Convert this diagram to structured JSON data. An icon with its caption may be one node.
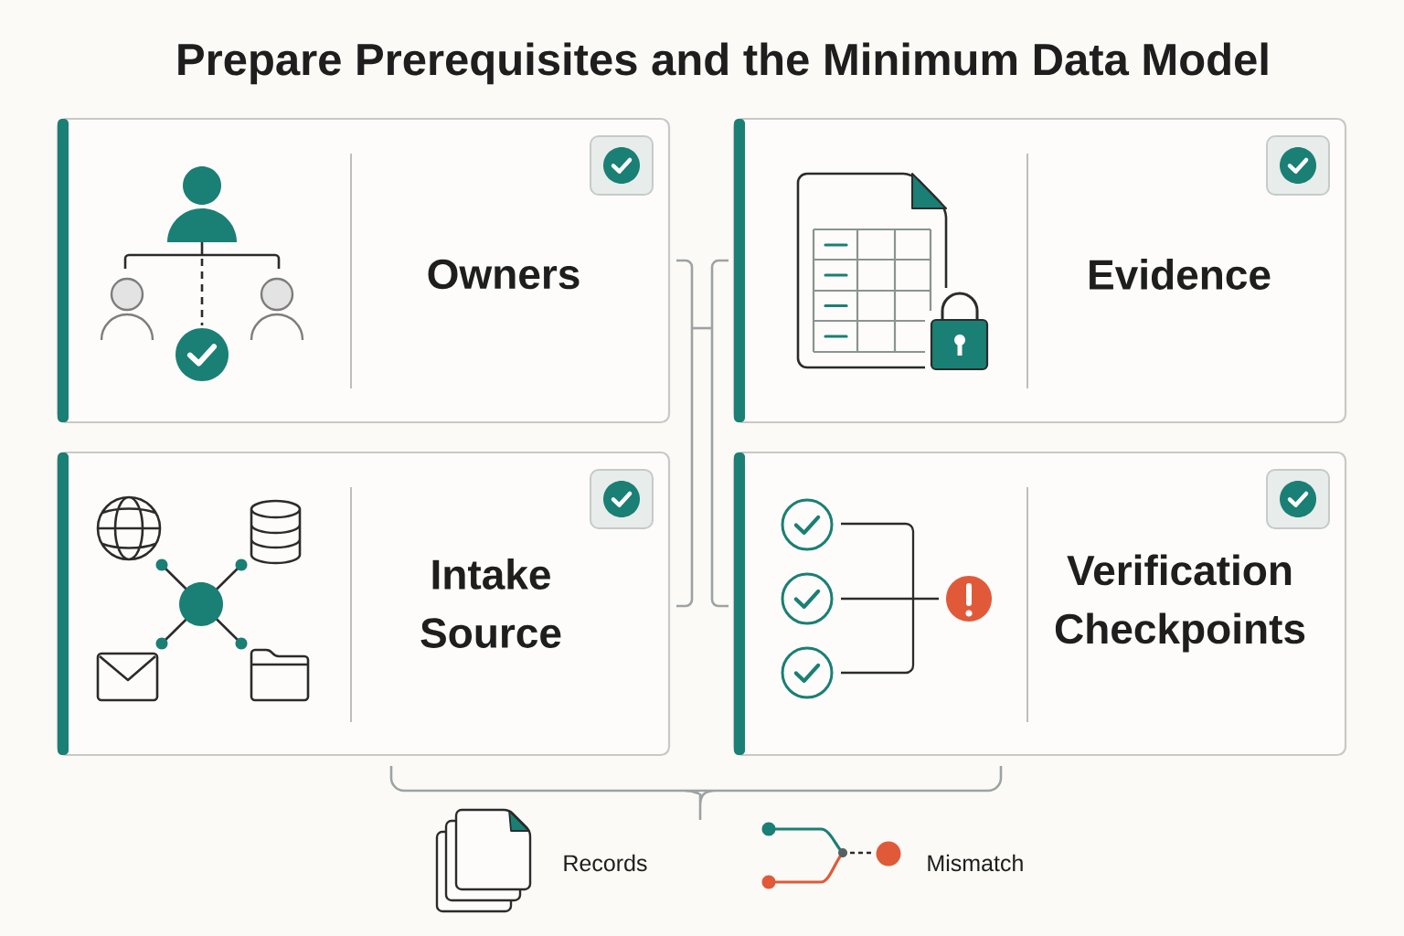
{
  "diagram": {
    "title": "Prepare Prerequisites and the Minimum Data Model",
    "nodes": [
      {
        "text": [
          "Owners"
        ]
      },
      {
        "text": [
          "Evidence"
        ]
      },
      {
        "text": [
          "Intake Source"
        ]
      },
      {
        "text": [
          "Verification Checkpoints"
        ]
      }
    ],
    "labels": [
      "Records",
      "Mismatch"
    ]
  }
}
